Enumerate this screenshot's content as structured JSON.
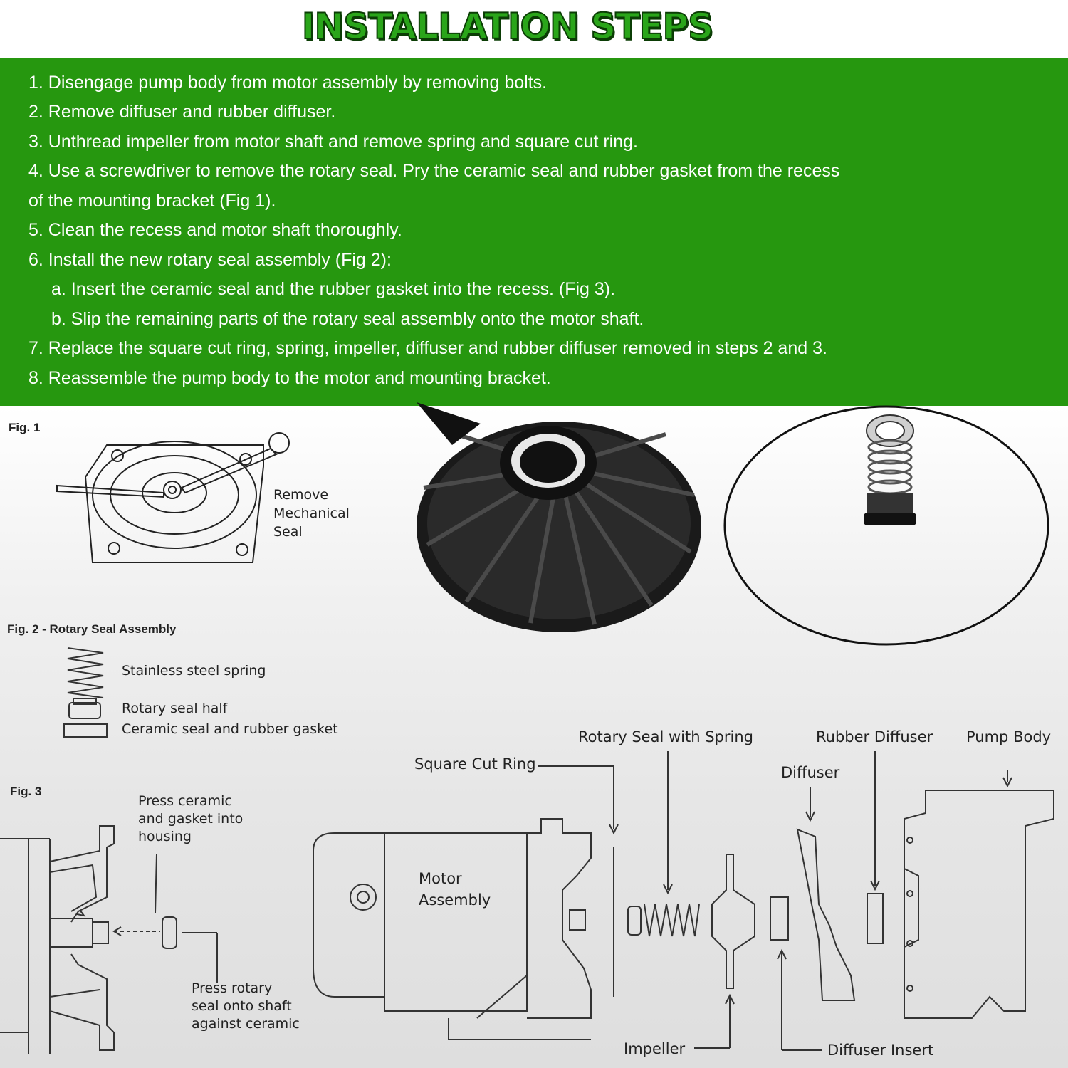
{
  "title": "INSTALLATION STEPS",
  "steps": [
    "1. Disengage pump body from motor assembly by removing bolts.",
    "2. Remove diffuser and rubber diffuser.",
    "3. Unthread impeller from motor shaft and remove spring and square cut ring.",
    "4. Use a screwdriver to remove the rotary seal. Pry the ceramic seal and rubber gasket from the recess",
    "of the mounting bracket (Fig 1).",
    "5. Clean the recess and motor shaft thoroughly.",
    "6. Install the new rotary seal assembly (Fig 2):",
    "a. Insert the ceramic seal and the rubber gasket into the recess. (Fig 3).",
    "b. Slip the remaining parts of the rotary seal assembly onto the motor shaft.",
    "7. Replace the square cut ring, spring, impeller, diffuser and rubber diffuser removed in steps 2 and 3.",
    "8. Reassemble the pump body to the motor and mounting bracket."
  ],
  "fig1": {
    "title": "Fig. 1",
    "label_line1": "Remove",
    "label_line2": "Mechanical",
    "label_line3": "Seal"
  },
  "fig2": {
    "title": "Fig. 2 - Rotary Seal Assembly",
    "spring_label": "Stainless steel spring",
    "rotary_label": "Rotary seal half",
    "ceramic_label": "Ceramic seal and rubber gasket"
  },
  "fig3": {
    "title": "Fig. 3",
    "press_ceramic_1": "Press ceramic",
    "press_ceramic_2": "and gasket into",
    "press_ceramic_3": "housing",
    "press_rotary_1": "Press rotary",
    "press_rotary_2": "seal onto shaft",
    "press_rotary_3": "against ceramic"
  },
  "exploded": {
    "square_cut_ring": "Square Cut Ring",
    "rotary_seal_spring": "Rotary Seal with Spring",
    "rubber_diffuser": "Rubber Diffuser",
    "pump_body": "Pump Body",
    "diffuser": "Diffuser",
    "motor_1": "Motor",
    "motor_2": "Assembly",
    "impeller": "Impeller",
    "diffuser_insert": "Diffuser Insert"
  }
}
